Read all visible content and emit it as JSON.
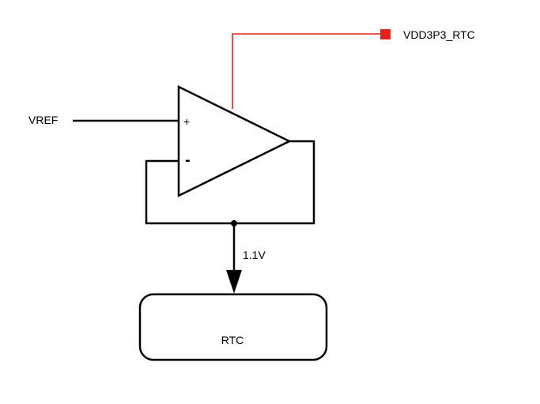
{
  "diagram": {
    "labels": {
      "supply": "VDD3P3_RTC",
      "input": "VREF",
      "plus": "+",
      "minus": "-",
      "voltage": "1.1V",
      "block": "RTC"
    },
    "colors": {
      "wire": "#000000",
      "supply_wire": "#e8201c",
      "background": "#ffffff"
    }
  }
}
